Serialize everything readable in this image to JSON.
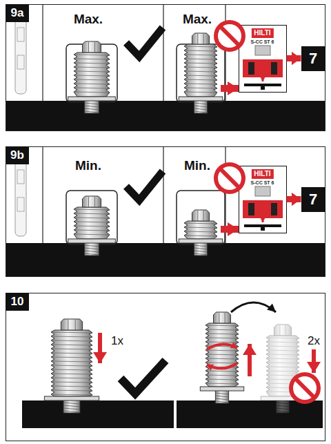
{
  "diagram": {
    "nodes": [
      {
        "text": [
          "9a"
        ]
      },
      {
        "text": [
          "HILTI",
          "S-CC ST 6"
        ],
        "in": 0
      },
      {
        "text": [
          "7"
        ],
        "in": 0
      },
      {
        "text": [
          "9b"
        ]
      },
      {
        "text": [
          "HILTI",
          "S-CC ST 6"
        ],
        "in": 3
      },
      {
        "text": [
          "7"
        ],
        "in": 3
      },
      {
        "text": [
          "10"
        ]
      }
    ],
    "edges": [
      {
        "from": 1,
        "to": 2,
        "arrow": "to"
      },
      {
        "from": 4,
        "to": 5,
        "arrow": "to"
      }
    ],
    "labels": [
      "Max.",
      "Max.",
      "Min.",
      "Min.",
      "1x",
      "2x"
    ]
  }
}
